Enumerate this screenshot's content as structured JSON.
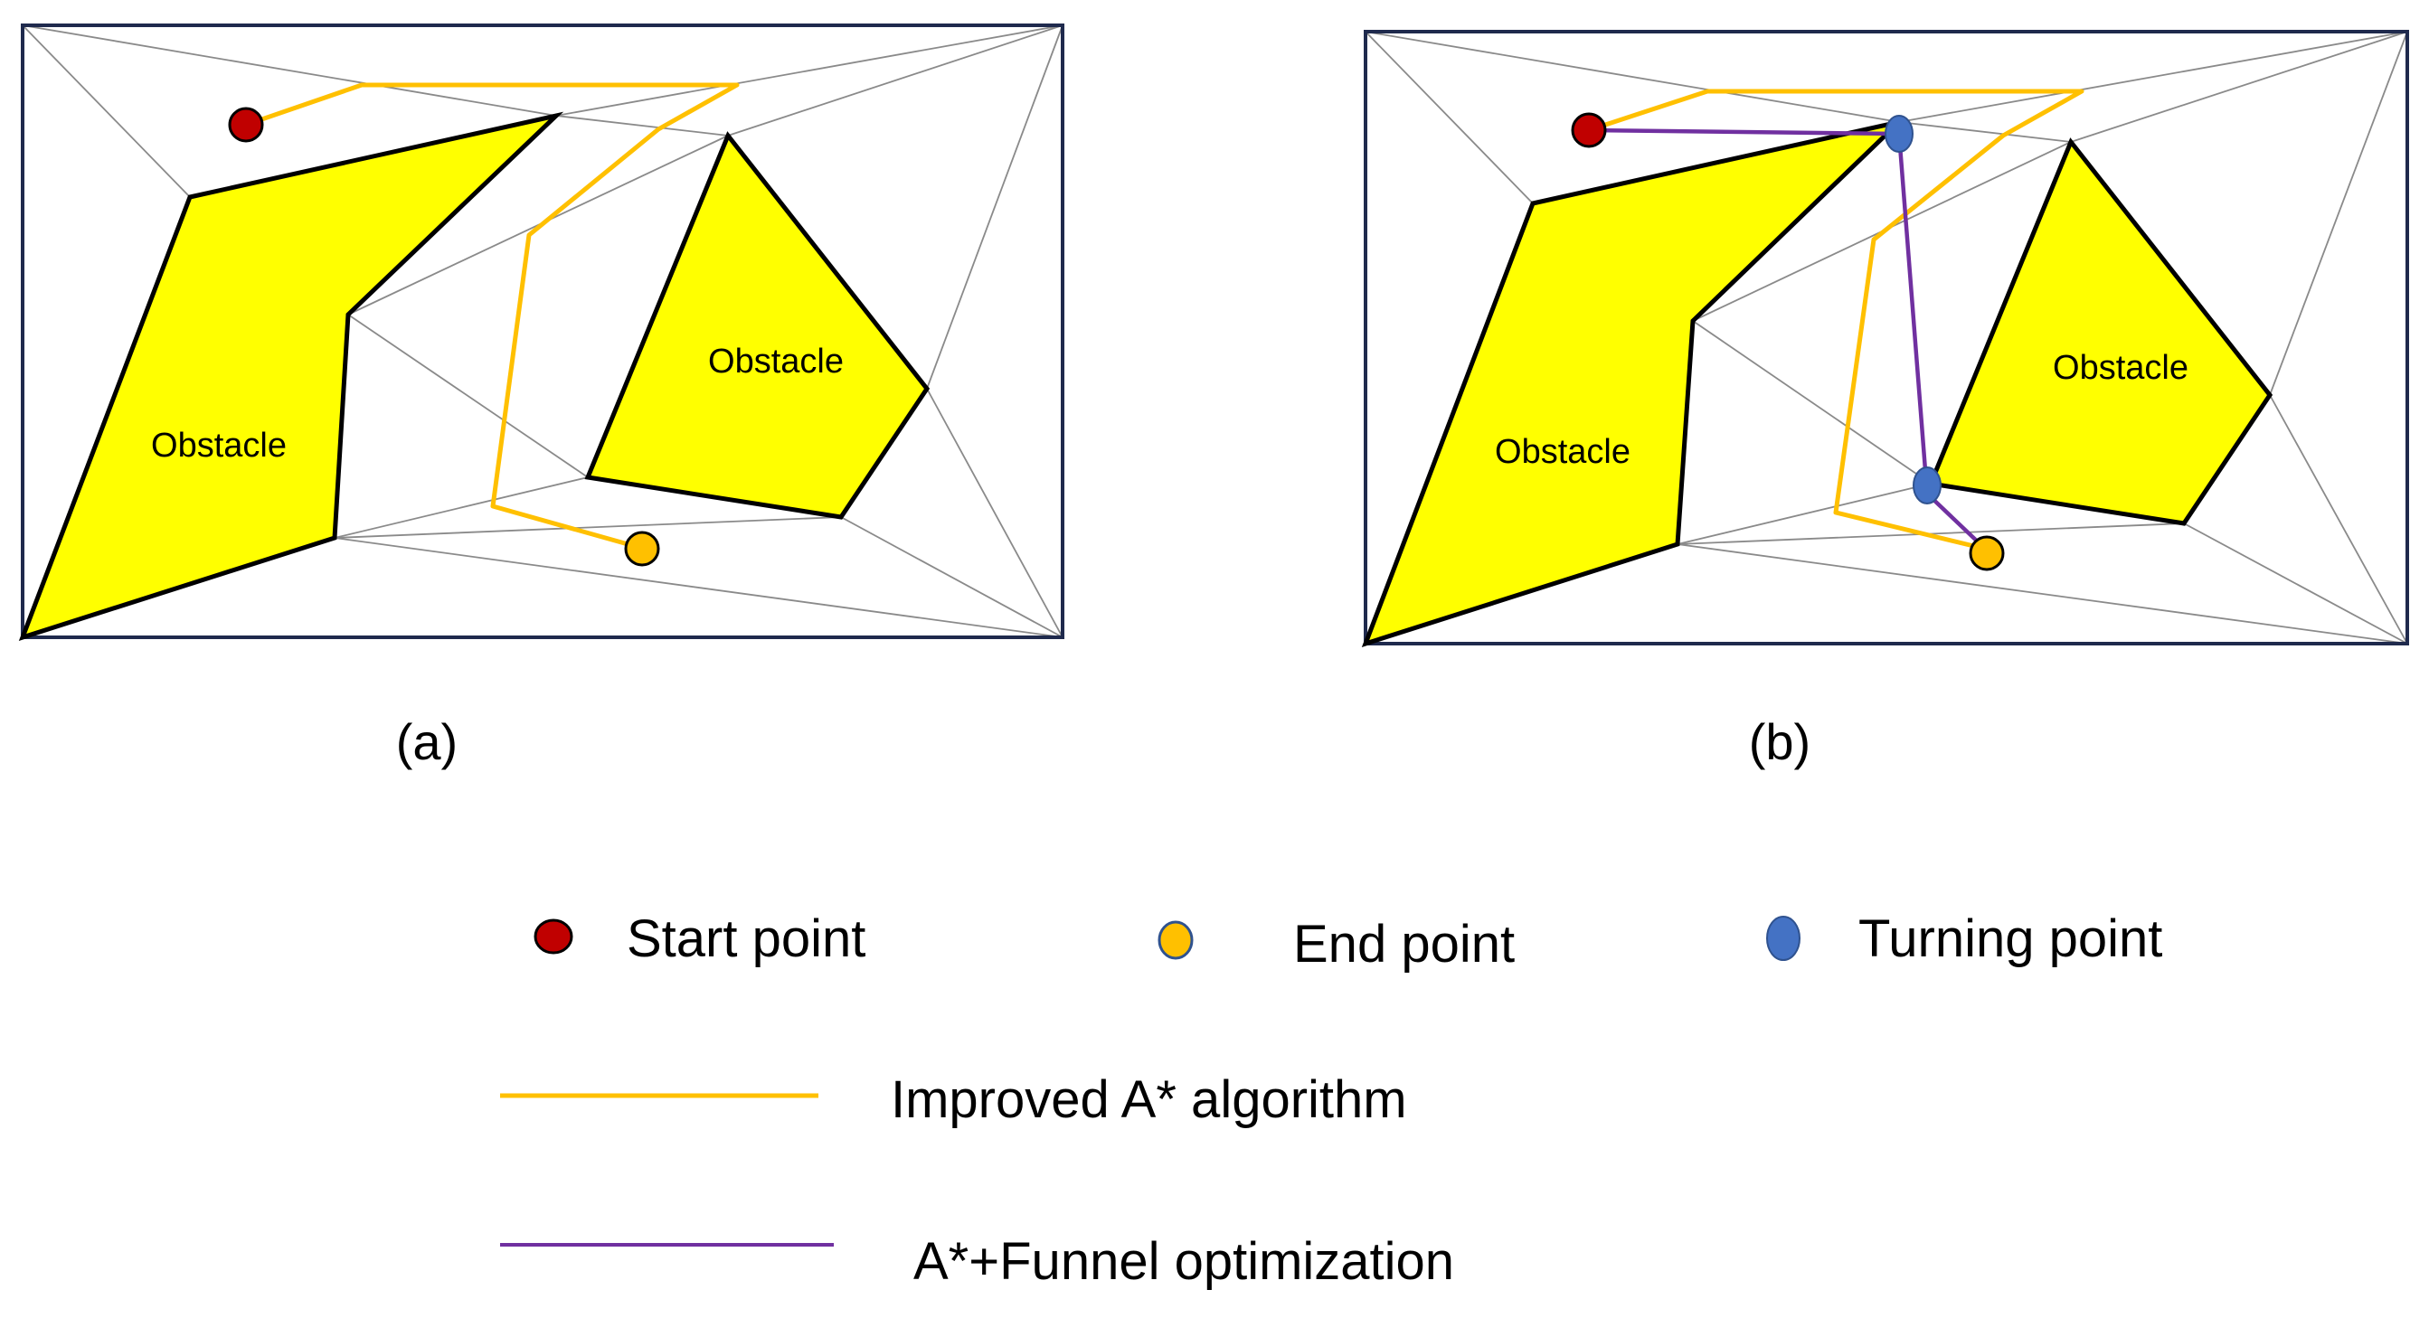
{
  "panels": [
    {
      "id": "a",
      "caption": "(a)",
      "obstacle_labels": [
        "Obstacle",
        "Obstacle"
      ],
      "has_funnel_path": false
    },
    {
      "id": "b",
      "caption": "(b)",
      "obstacle_labels": [
        "Obstacle",
        "Obstacle"
      ],
      "has_funnel_path": true
    }
  ],
  "legend": {
    "start_point": "Start point",
    "end_point": "End point",
    "turning_point": "Turning point",
    "improved_astar": "Improved A* algorithm",
    "funnel": "A*+Funnel optimization"
  },
  "colors": {
    "obstacle_fill": "#ffff00",
    "start_point": "#c00000",
    "end_point": "#ffc000",
    "turning_point": "#4472c4",
    "improved_astar_path": "#ffc000",
    "funnel_path": "#7030a0",
    "frame": "#1f2a4d",
    "mesh": "#8a8a8a"
  },
  "icons": {
    "start_point": "red-circle-icon",
    "end_point": "orange-circle-icon",
    "turning_point": "blue-ellipse-icon"
  }
}
